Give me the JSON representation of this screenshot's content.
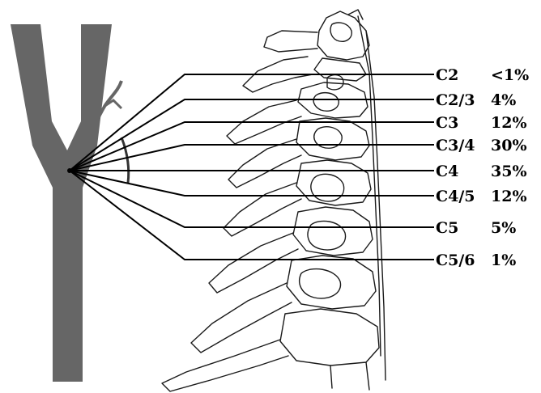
{
  "colors": {
    "artery": "#666666",
    "lines": "#000000",
    "outline": "#1a1a1a",
    "background": "#ffffff"
  },
  "levels": [
    {
      "level": "C2",
      "percent": "<1%"
    },
    {
      "level": "C2/3",
      "percent": "4%"
    },
    {
      "level": "C3",
      "percent": "12%"
    },
    {
      "level": "C3/4",
      "percent": "30%"
    },
    {
      "level": "C4",
      "percent": "35%"
    },
    {
      "level": "C4/5",
      "percent": "12%"
    },
    {
      "level": "C5",
      "percent": "5%"
    },
    {
      "level": "C5/6",
      "percent": "1%"
    }
  ]
}
